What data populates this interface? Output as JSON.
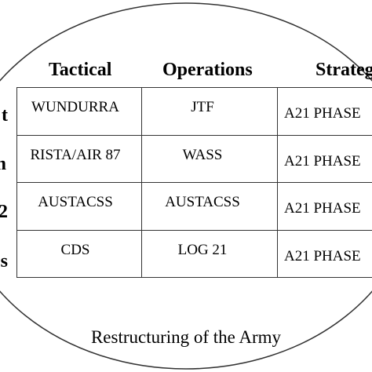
{
  "headers": {
    "tactical": "Tactical",
    "operations": "Operations",
    "strategic": "Strateg"
  },
  "row_labels": [
    "t",
    "n",
    "2",
    "s"
  ],
  "rows": [
    {
      "tactical": "WUNDURRA",
      "operations": "JTF",
      "strategic": "A21 PHASE"
    },
    {
      "tactical": "RISTA/AIR 87",
      "operations": "WASS",
      "strategic": "A21 PHASE"
    },
    {
      "tactical": "AUSTACSS",
      "operations": "AUSTACSS",
      "strategic": "A21 PHASE"
    },
    {
      "tactical": "CDS",
      "operations": "LOG 21",
      "strategic": "A21 PHASE"
    }
  ],
  "footer": "Restructuring of the Army",
  "colors": {
    "ellipse_stroke": "#333333",
    "text": "#000000",
    "background": "#ffffff"
  }
}
